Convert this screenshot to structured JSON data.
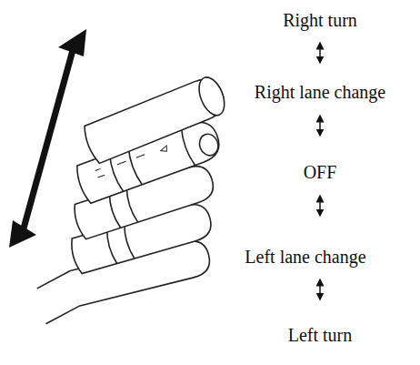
{
  "diagram": {
    "labels": [
      "Right turn",
      "Right lane change",
      "OFF",
      "Left lane change",
      "Left turn"
    ]
  }
}
